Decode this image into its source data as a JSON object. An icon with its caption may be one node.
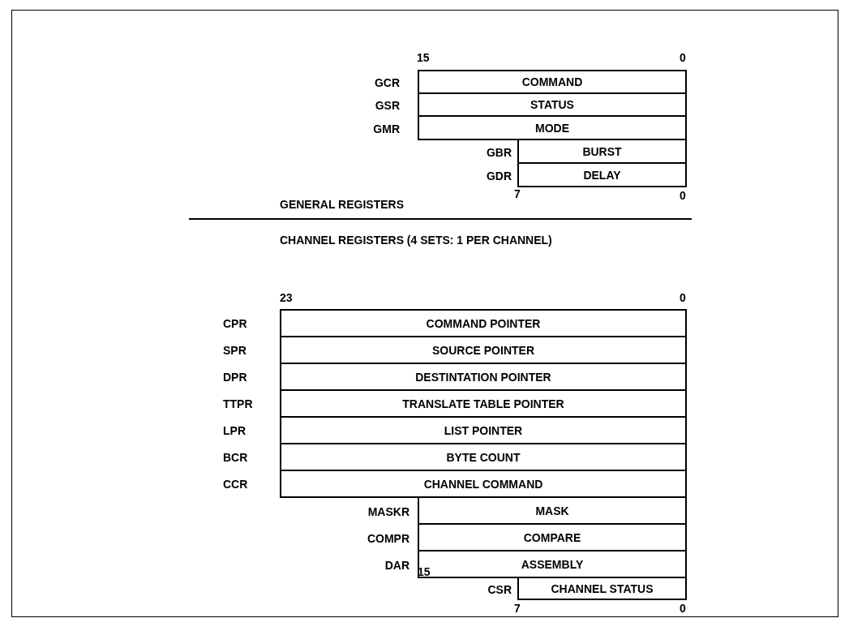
{
  "diagram": {
    "nodes": [
      {
        "text": [
          "COMMAND"
        ],
        "beside": [
          "GCR"
        ]
      },
      {
        "text": [
          "STATUS"
        ],
        "beside": [
          "GSR"
        ]
      },
      {
        "text": [
          "MODE"
        ],
        "beside": [
          "GMR"
        ]
      },
      {
        "text": [
          "BURST"
        ],
        "beside": [
          "GBR"
        ]
      },
      {
        "text": [
          "DELAY"
        ],
        "beside": [
          "GDR"
        ]
      },
      {
        "text": [
          "COMMAND POINTER"
        ],
        "beside": [
          "CPR"
        ]
      },
      {
        "text": [
          "SOURCE POINTER"
        ],
        "beside": [
          "SPR"
        ]
      },
      {
        "text": [
          "DESTINTATION POINTER"
        ],
        "beside": [
          "DPR"
        ]
      },
      {
        "text": [
          "TRANSLATE TABLE POINTER"
        ],
        "beside": [
          "TTPR"
        ]
      },
      {
        "text": [
          "LIST POINTER"
        ],
        "beside": [
          "LPR"
        ]
      },
      {
        "text": [
          "BYTE COUNT"
        ],
        "beside": [
          "BCR"
        ]
      },
      {
        "text": [
          "CHANNEL COMMAND"
        ],
        "beside": [
          "CCR"
        ]
      },
      {
        "text": [
          "MASK"
        ],
        "beside": [
          "MASKR"
        ]
      },
      {
        "text": [
          "COMPARE"
        ],
        "beside": [
          "COMPR"
        ]
      },
      {
        "text": [
          "ASSEMBLY"
        ],
        "beside": [
          "DAR"
        ]
      },
      {
        "text": [
          "CHANNEL STATUS"
        ],
        "beside": [
          "CSR"
        ]
      }
    ],
    "edges": [],
    "labels": [
      "15",
      "0",
      "7",
      "0",
      "GENERAL REGISTERS",
      "CHANNEL REGISTERS (4 SETS: 1 PER CHANNEL)",
      "23",
      "0",
      "15",
      "7",
      "0"
    ]
  }
}
